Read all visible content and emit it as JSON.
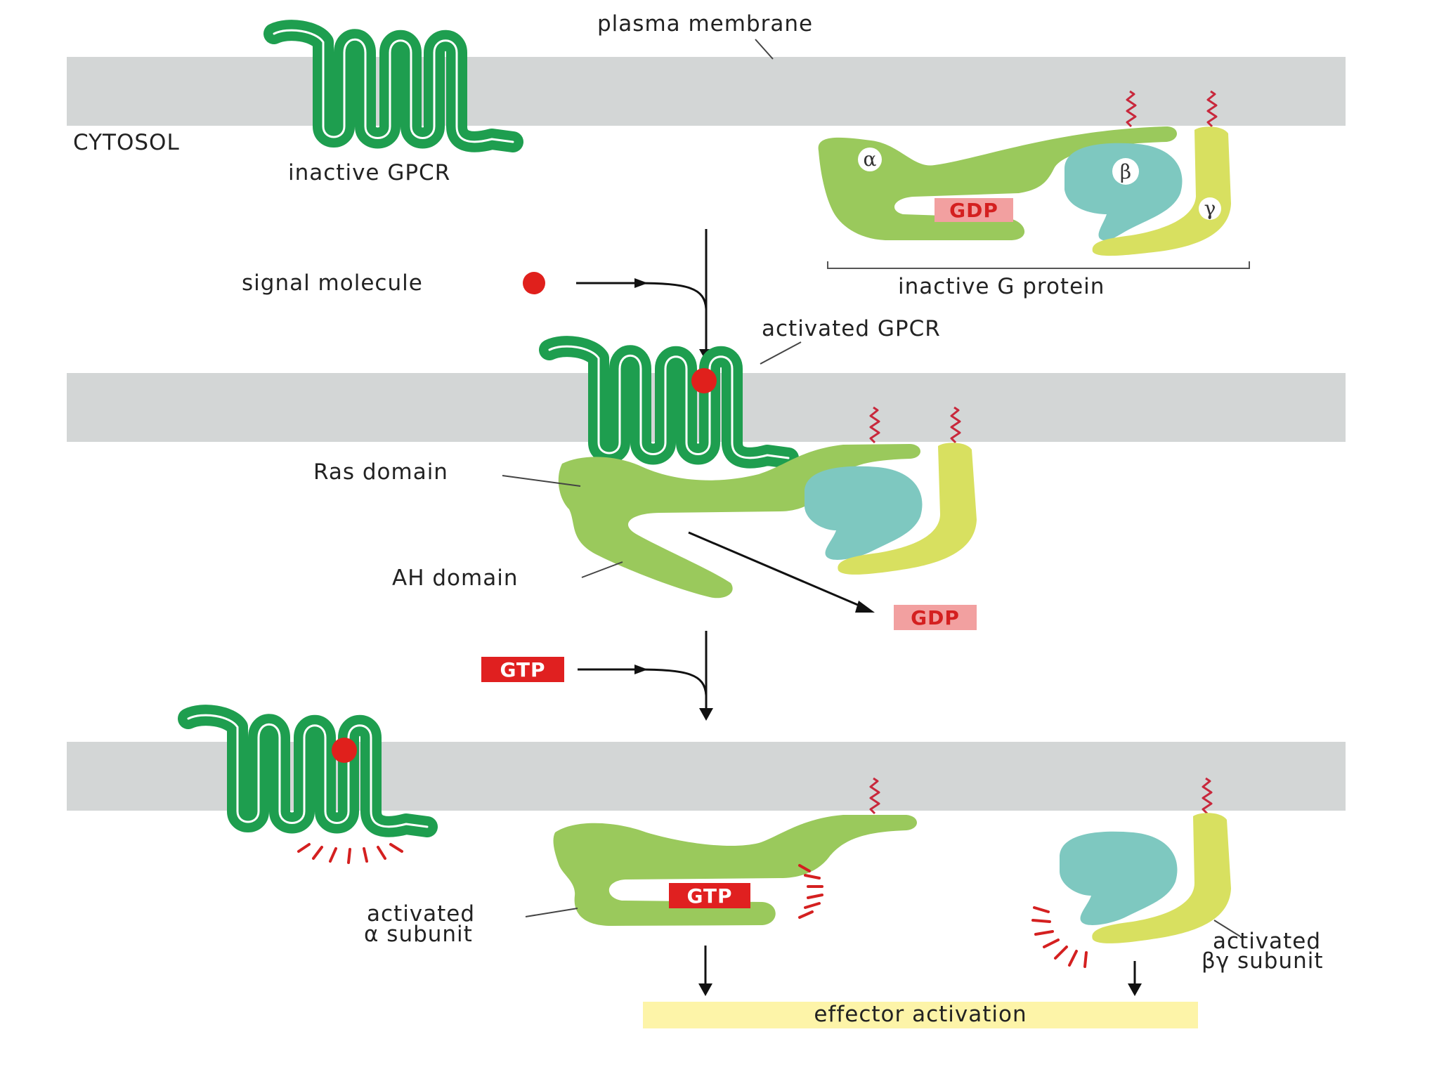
{
  "labels": {
    "plasma_membrane": "plasma membrane",
    "cytosol": "CYTOSOL",
    "inactive_gpcr": "inactive GPCR",
    "inactive_g_protein": "inactive G protein",
    "signal_molecule": "signal molecule",
    "activated_gpcr": "activated GPCR",
    "ras_domain": "Ras domain",
    "ah_domain": "AH domain",
    "activated_alpha_line1": "activated",
    "activated_alpha_line2": "α subunit",
    "activated_bg_line1": "activated",
    "activated_bg_line2": "βγ subunit",
    "effector_activation": "effector activation"
  },
  "tags": {
    "gdp": "GDP",
    "gtp": "GTP"
  },
  "subunits": {
    "alpha": "α",
    "beta": "β",
    "gamma": "γ"
  },
  "colors": {
    "membrane": "#d3d6d6",
    "gpcr": "#1e9e4f",
    "alpha_subunit": "#9ac95c",
    "beta_subunit": "#7ec8c0",
    "gamma_subunit": "#d8e060",
    "signal": "#e0201c",
    "gdp_bg": "#f2a0a0",
    "gdp_text": "#d42020",
    "gtp_bg": "#e02020",
    "gtp_text": "#ffffff",
    "effector_bar": "#fdf4a8",
    "lipid_anchor": "#c8283c"
  }
}
